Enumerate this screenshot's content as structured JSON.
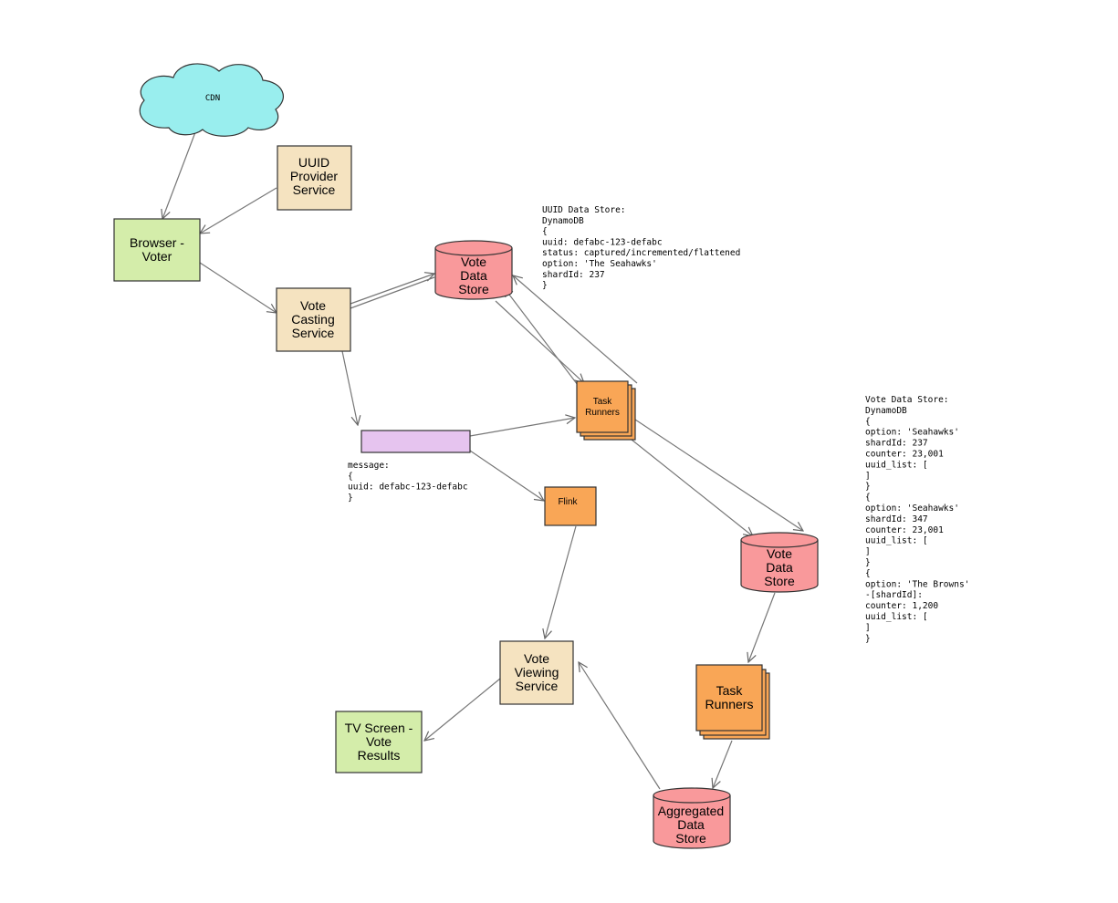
{
  "nodes": {
    "cdn": {
      "label": [
        "CDN"
      ],
      "color": "#99eeee"
    },
    "uuid_provider": {
      "label": [
        "UUID",
        "Provider",
        "Service"
      ],
      "color": "#f5e3c0"
    },
    "browser": {
      "label": [
        "Browser -",
        "Voter"
      ],
      "color": "#d4edaa"
    },
    "vote_casting": {
      "label": [
        "Vote",
        "Casting",
        "Service"
      ],
      "color": "#f5e3c0"
    },
    "vote_store_1": {
      "label": [
        "Vote",
        "Data",
        "Store"
      ],
      "color": "#f9999b"
    },
    "queue": {
      "label": [],
      "color": "#e6c4ef"
    },
    "task_runners_1": {
      "label": [
        "Task",
        "Runners"
      ],
      "color": "#f9a656"
    },
    "flink": {
      "label": [
        "Flink"
      ],
      "color": "#f9a656"
    },
    "vote_store_2": {
      "label": [
        "Vote",
        "Data",
        "Store"
      ],
      "color": "#f9999b"
    },
    "task_runners_2": {
      "label": [
        "Task",
        "Runners"
      ],
      "color": "#f9a656"
    },
    "vote_viewing": {
      "label": [
        "Vote",
        "Viewing",
        "Service"
      ],
      "color": "#f5e3c0"
    },
    "tv_screen": {
      "label": [
        "TV Screen -",
        "Vote",
        "Results"
      ],
      "color": "#d4edaa"
    },
    "aggregated_store": {
      "label": [
        "Aggregated",
        "Data",
        "Store"
      ],
      "color": "#f9999b"
    }
  },
  "notes": {
    "uuid_store": [
      "UUID Data Store:",
      "DynamoDB",
      "{",
      "    uuid: defabc-123-defabc",
      "    status: captured/incremented/flattened",
      "    option: 'The Seahawks'",
      "    shardId: 237",
      "}"
    ],
    "message": [
      "message:",
      "{",
      "   uuid: defabc-123-defabc",
      "}"
    ],
    "vote_store": [
      "Vote Data Store:",
      "DynamoDB",
      "{",
      "    option: 'Seahawks'",
      "    shardId: 237",
      "    counter: 23,001",
      "    uuid_list: [",
      "    ]",
      "}",
      "{",
      "    option: 'Seahawks'",
      "    shardId: 347",
      "    counter: 23,001",
      "    uuid_list: [",
      "    ]",
      "}",
      "{",
      "    option: 'The Browns'",
      "    -[shardId]:",
      "    counter: 1,200",
      "    uuid_list: [",
      "    ]",
      "}"
    ]
  }
}
